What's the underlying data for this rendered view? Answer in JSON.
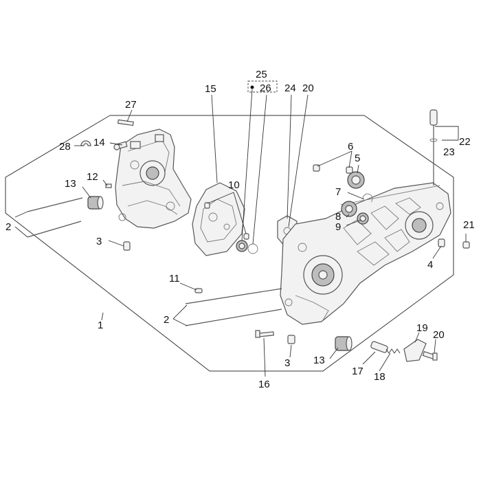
{
  "callouts": {
    "c1": "1",
    "c2a": "2",
    "c2b": "2",
    "c3a": "3",
    "c3b": "3",
    "c4": "4",
    "c5": "5",
    "c6": "6",
    "c7": "7",
    "c8": "8",
    "c9": "9",
    "c10": "10",
    "c11": "11",
    "c12": "12",
    "c13a": "13",
    "c13b": "13",
    "c14": "14",
    "c15": "15",
    "c16": "16",
    "c17": "17",
    "c18": "18",
    "c19": "19",
    "c20a": "20",
    "c20b": "20",
    "c21": "21",
    "c22": "22",
    "c23": "23",
    "c24": "24",
    "c25": "25",
    "c26": "26",
    "c27": "27",
    "c28": "28"
  }
}
